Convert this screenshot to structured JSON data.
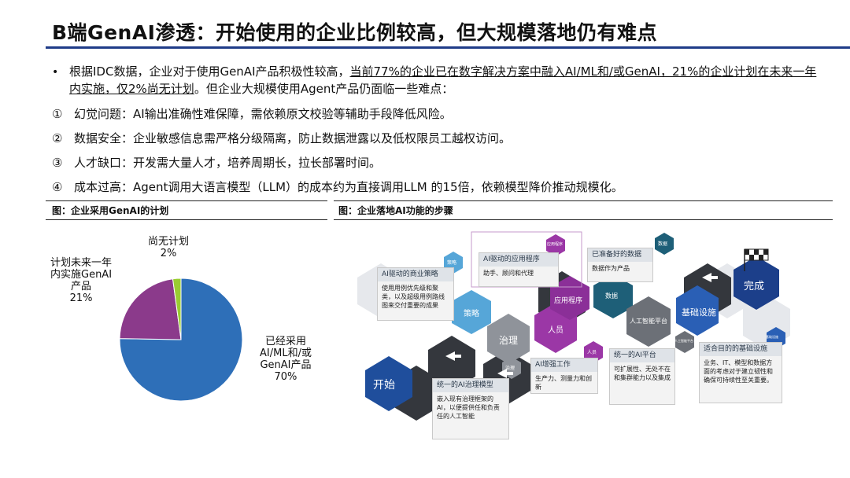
{
  "title": "B端GenAI渗透：开始使用的企业比例较高，但大规模落地仍有难点",
  "intro": {
    "bullet": "•",
    "part1": "根据IDC数据，企业对于使用GenAI产品积极性较高，",
    "part2_underlined": "当前77%的企业已在数字解决方案中融入AI/ML和/或GenAI，21%的企业计划在未来一年内实施，仅2%尚无计划",
    "part3": "。但企业大规模使用Agent产品仍面临一些难点："
  },
  "points": [
    {
      "num": "①",
      "text": "幻觉问题：AI输出准确性难保障，需依赖原文校验等辅助手段降低风险。"
    },
    {
      "num": "②",
      "text": "数据安全：企业敏感信息需严格分级隔离，防止数据泄露以及低权限员工越权访问。"
    },
    {
      "num": "③",
      "text": "人才缺口：开发需大量人才，培养周期长，拉长部署时间。"
    },
    {
      "num": "④",
      "text": "成本过高：Agent调用大语言模型（LLM）的成本约为直接调用LLM 的15倍，依赖模型降价推动规模化。"
    }
  ],
  "figure1": {
    "caption": "图：企业采用GenAI的计划"
  },
  "figure2": {
    "caption": "图：企业落地AI功能的步骤"
  },
  "chart_data": {
    "type": "pie",
    "slices": [
      {
        "label": "已经采用AI/ML和/或GenAI产品",
        "value": 70,
        "text": "70%",
        "color": "#2e6fb8"
      },
      {
        "label": "计划未来一年内实施GenAI产品",
        "value": 21,
        "text": "21%",
        "color": "#8b3a8b"
      },
      {
        "label": "尚无计划",
        "value": 2,
        "text": "2%",
        "color": "#9acd32"
      }
    ],
    "labels_display": {
      "adopted": [
        "已经采用",
        "AI/ML和/或",
        "GenAI产品",
        "70%"
      ],
      "planned": [
        "计划未来一年",
        "内实施GenAI",
        "产品",
        "21%"
      ],
      "none": [
        "尚无计划",
        "2%"
      ]
    }
  },
  "steps": {
    "start": "开始",
    "complete": "完成",
    "hex_strategy": "策略",
    "hex_governance": "治理",
    "hex_people": "人员",
    "hex_apps": "应用程序",
    "hex_data": "数据",
    "hex_platform": "人工智能平台",
    "hex_infra": "基础设施",
    "tag_strategy": "策略",
    "tag_apps": "应用程序",
    "tag_data": "数据",
    "tag_people": "人员",
    "tag_gov": "治理",
    "tag_platform": "人工智能平台",
    "tag_infra": "基础设施",
    "card_strategy_head": "AI驱动的商业策略",
    "card_strategy_body": "使用用例优先级和聚类，以及超级用例路线图来交付重要的成果",
    "card_apps_head": "AI驱动的应用程序",
    "card_apps_body": "助手、顾问和代理",
    "card_data_head": "已准备好的数据",
    "card_data_body": "数据作为产品",
    "card_workforce_head": "AI增强工作",
    "card_workforce_body": "生产力、测量力和创新",
    "card_platform_head": "统一的AI平台",
    "card_platform_body": "可扩展性、无处不在和集群能力以及集成",
    "card_gov_head": "统一的AI治理模型",
    "card_gov_body": "嵌入现有治理框架的AI，以便提供任和负责任的人工智能",
    "card_infra_head": "适合目的的基础设施",
    "card_infra_body": "业务、IT、模型和数据方面的考虑对于建立韧性和确保可持续性至关重要。"
  }
}
